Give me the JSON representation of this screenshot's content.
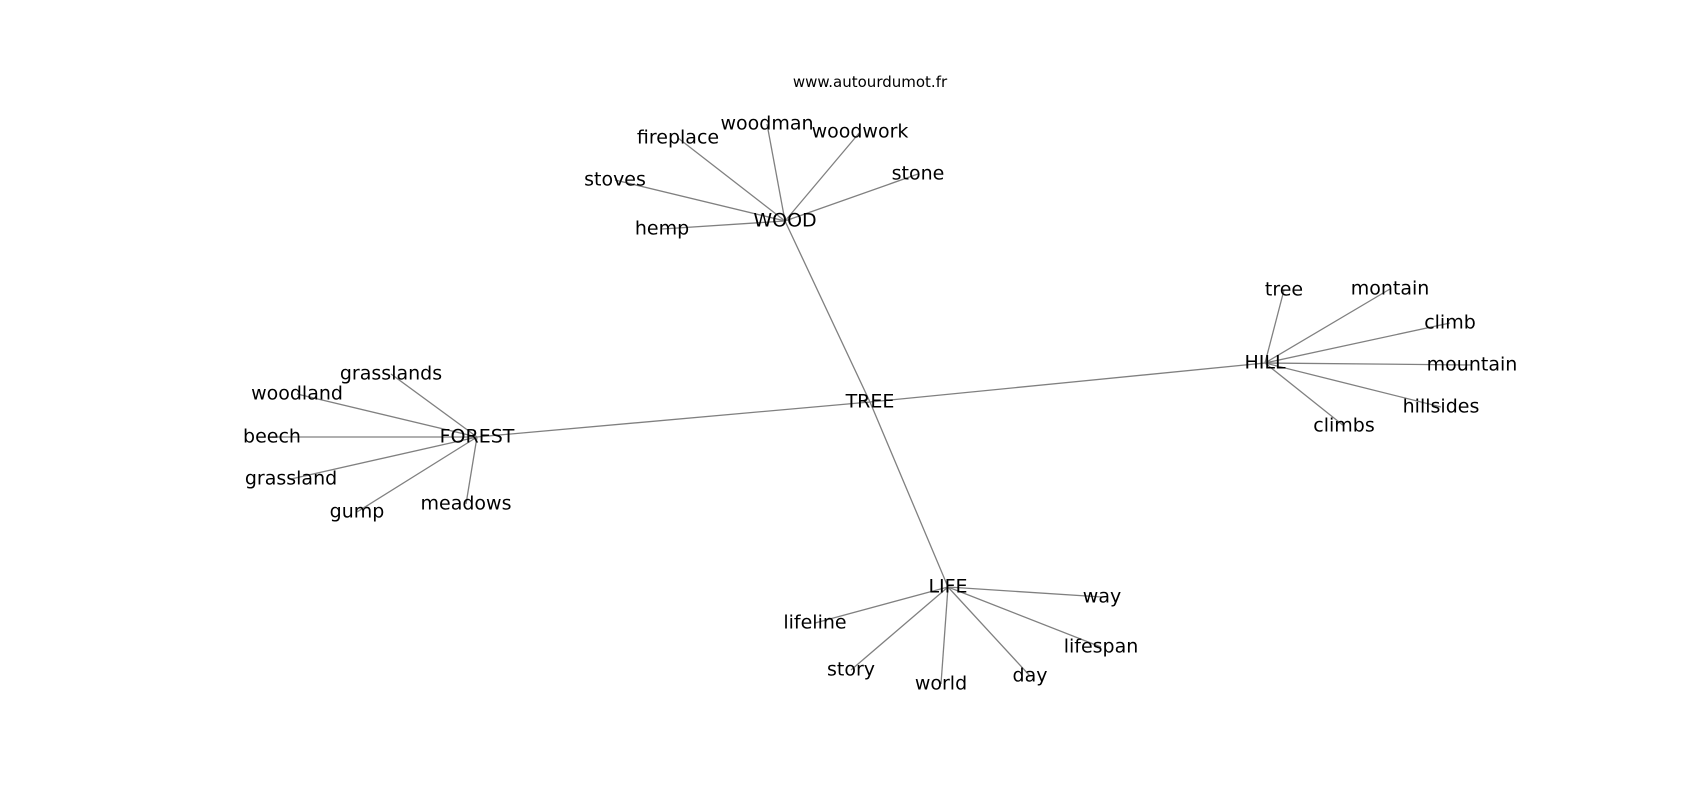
{
  "source": "www.autourdumot.fr",
  "nodes": {
    "tree": "TREE",
    "wood": "WOOD",
    "hill": "HILL",
    "forest": "FOREST",
    "life": "LIFE",
    "wood_fireplace": "fireplace",
    "wood_woodman": "woodman",
    "wood_woodwork": "woodwork",
    "wood_stone": "stone",
    "wood_stoves": "stoves",
    "wood_hemp": "hemp",
    "hill_tree": "tree",
    "hill_montain": "montain",
    "hill_climb": "climb",
    "hill_mountain": "mountain",
    "hill_hillsides": "hillsides",
    "hill_climbs": "climbs",
    "forest_grasslands": "grasslands",
    "forest_woodland": "woodland",
    "forest_beech": "beech",
    "forest_grassland": "grassland",
    "forest_gump": "gump",
    "forest_meadows": "meadows",
    "life_way": "way",
    "life_lifeline": "lifeline",
    "life_lifespan": "lifespan",
    "life_story": "story",
    "life_world": "world",
    "life_day": "day"
  },
  "edges": [
    [
      "tree",
      "wood"
    ],
    [
      "tree",
      "hill"
    ],
    [
      "tree",
      "forest"
    ],
    [
      "tree",
      "life"
    ],
    [
      "wood",
      "wood_fireplace"
    ],
    [
      "wood",
      "wood_woodman"
    ],
    [
      "wood",
      "wood_woodwork"
    ],
    [
      "wood",
      "wood_stone"
    ],
    [
      "wood",
      "wood_stoves"
    ],
    [
      "wood",
      "wood_hemp"
    ],
    [
      "hill",
      "hill_tree"
    ],
    [
      "hill",
      "hill_montain"
    ],
    [
      "hill",
      "hill_climb"
    ],
    [
      "hill",
      "hill_mountain"
    ],
    [
      "hill",
      "hill_hillsides"
    ],
    [
      "hill",
      "hill_climbs"
    ],
    [
      "forest",
      "forest_grasslands"
    ],
    [
      "forest",
      "forest_woodland"
    ],
    [
      "forest",
      "forest_beech"
    ],
    [
      "forest",
      "forest_grassland"
    ],
    [
      "forest",
      "forest_gump"
    ],
    [
      "forest",
      "forest_meadows"
    ],
    [
      "life",
      "life_way"
    ],
    [
      "life",
      "life_lifeline"
    ],
    [
      "life",
      "life_lifespan"
    ],
    [
      "life",
      "life_story"
    ],
    [
      "life",
      "life_world"
    ],
    [
      "life",
      "life_day"
    ]
  ]
}
